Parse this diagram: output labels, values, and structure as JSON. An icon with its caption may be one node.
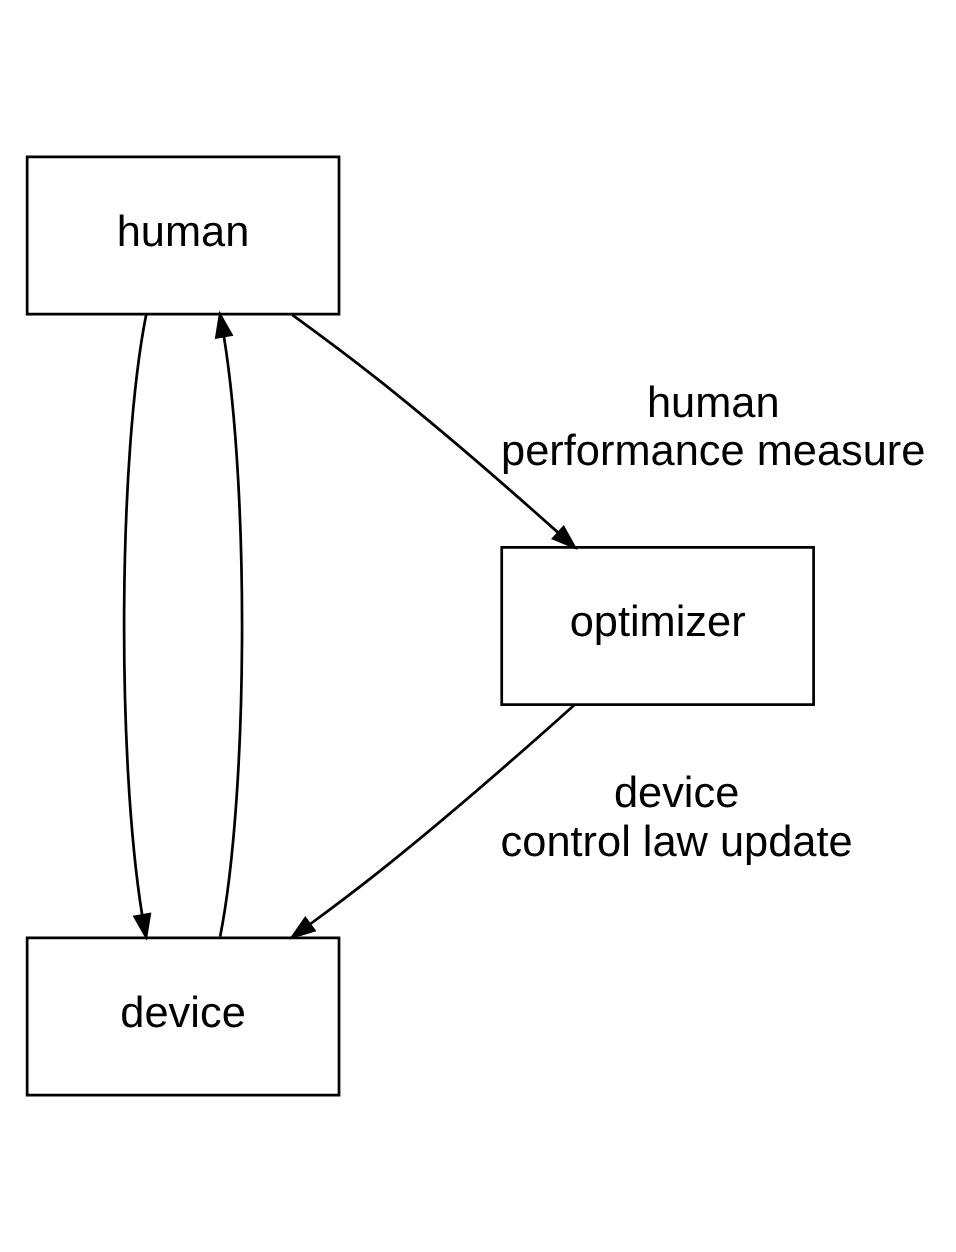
{
  "diagram": {
    "nodes": [
      {
        "text": [
          "human"
        ]
      },
      {
        "text": [
          "device"
        ]
      },
      {
        "text": [
          "optimizer"
        ]
      }
    ],
    "edges": [
      {
        "from": 0,
        "to": 2,
        "arrow": "to",
        "label": "human performance measure"
      },
      {
        "from": 2,
        "to": 1,
        "arrow": "to",
        "label": "device control law update"
      },
      {
        "from": 1,
        "to": 0,
        "arrow": "to"
      },
      {
        "from": 0,
        "to": 1,
        "arrow": "to"
      }
    ]
  }
}
